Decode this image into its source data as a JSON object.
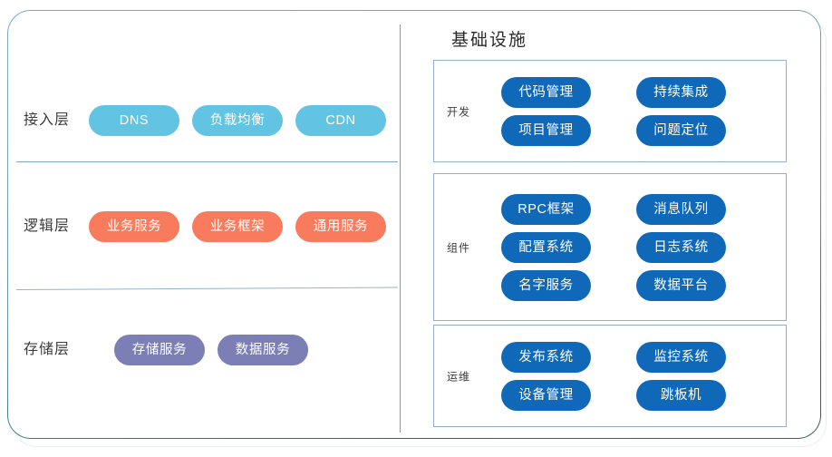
{
  "diagram": {
    "left_panel": {
      "layers": [
        {
          "label": "接入层",
          "style": "access",
          "items": [
            "DNS",
            "负载均衡",
            "CDN"
          ]
        },
        {
          "label": "逻辑层",
          "style": "logic",
          "items": [
            "业务服务",
            "业务框架",
            "通用服务"
          ]
        },
        {
          "label": "存储层",
          "style": "storage",
          "items": [
            "存储服务",
            "数据服务"
          ]
        }
      ]
    },
    "right_panel": {
      "title": "基础设施",
      "groups": [
        {
          "label": "开发",
          "rows": [
            [
              "代码管理",
              "持续集成"
            ],
            [
              "项目管理",
              "问题定位"
            ]
          ]
        },
        {
          "label": "组件",
          "rows": [
            [
              "RPC框架",
              "消息队列"
            ],
            [
              "配置系统",
              "日志系统"
            ],
            [
              "名字服务",
              "数据平台"
            ]
          ]
        },
        {
          "label": "运维",
          "rows": [
            [
              "发布系统",
              "监控系统"
            ],
            [
              "设备管理",
              "跳板机"
            ]
          ]
        }
      ]
    },
    "colors": {
      "access_pill": "#62C3E2",
      "logic_pill": "#F97B5E",
      "storage_pill": "#7C7EB6",
      "infra_pill": "#1069B8",
      "frame_border_top": "#7fa8c6",
      "frame_border_bottom": "#2c6b3f",
      "divider": "#7aaac9",
      "group_box_border": "#8fb0cb"
    }
  }
}
